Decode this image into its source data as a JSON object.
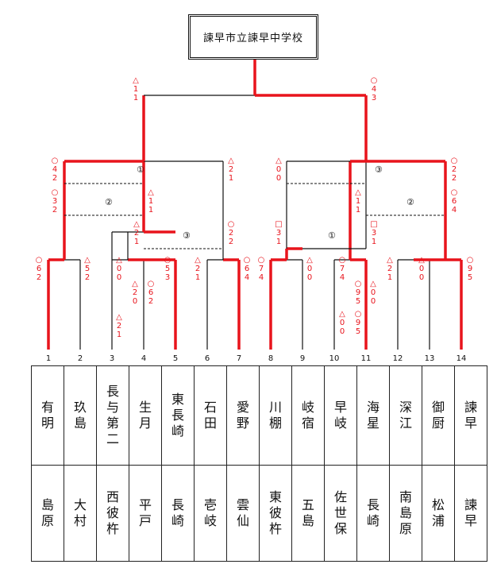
{
  "title": "諫早市立諫早中学校",
  "team_numbers": [
    "1",
    "2",
    "3",
    "4",
    "5",
    "6",
    "7",
    "8",
    "9",
    "10",
    "11",
    "12",
    "13",
    "14"
  ],
  "row1": [
    "有明",
    "玖島",
    "長与第二",
    "生月",
    "東長崎",
    "石田",
    "愛野",
    "川棚",
    "岐宿",
    "早岐",
    "海星",
    "深江",
    "御厨",
    "諫早"
  ],
  "row2": [
    "島原",
    "大村",
    "西彼杵",
    "平戸",
    "長崎",
    "壱岐",
    "雲仙",
    "東彼杵",
    "五島",
    "佐世保",
    "長崎",
    "南島原",
    "松浦",
    "諫早"
  ],
  "round_marks": [
    "①",
    "②",
    "③",
    "①",
    "②",
    "③"
  ],
  "scores": [
    "○62",
    "△52",
    "△00",
    "△20",
    "△21",
    "○62",
    "○53",
    "△21",
    "○64",
    "○74",
    "△00",
    "○74",
    "○95",
    "○95",
    "△00",
    "△00",
    "△21",
    "△00",
    "○95",
    "○42",
    "○32",
    "△11",
    "△21",
    "①",
    "○22",
    "△21",
    "△00",
    "□31",
    "△11",
    "□31",
    "○22",
    "○64",
    "△11",
    "○43"
  ],
  "colors": {
    "win": "#e8141c",
    "line": "#111111"
  }
}
